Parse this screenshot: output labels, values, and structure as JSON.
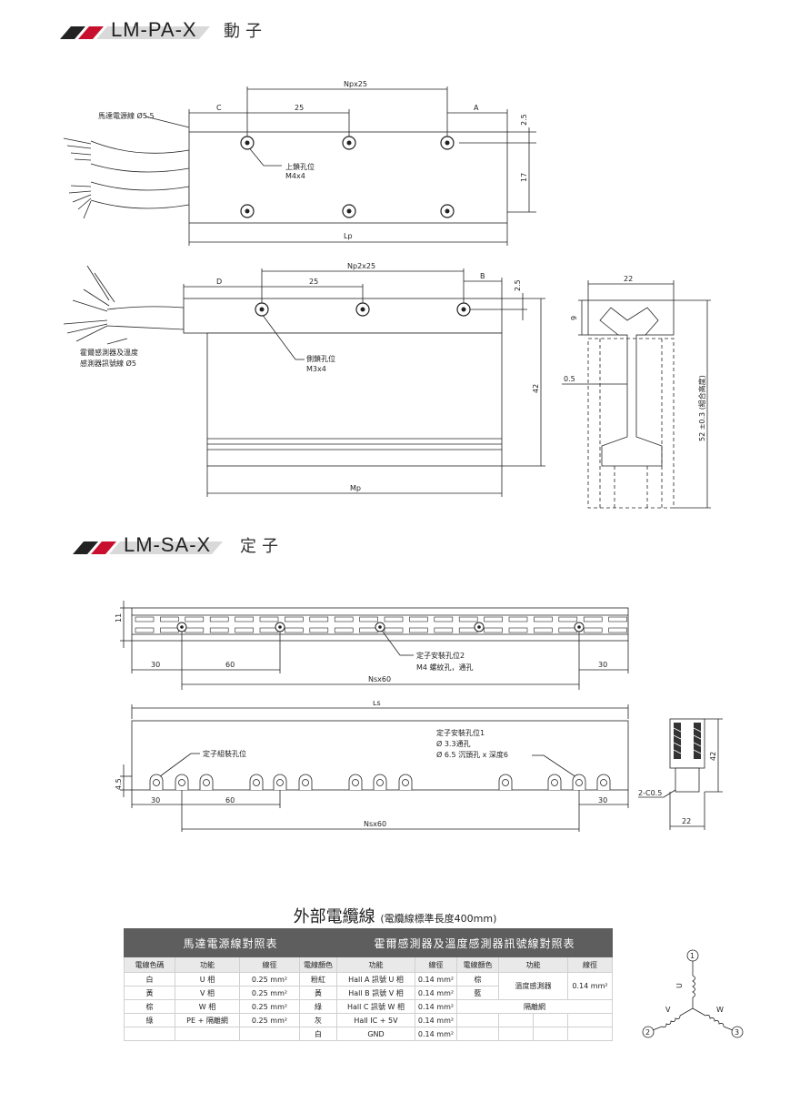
{
  "sections": {
    "mover": {
      "code": "LM-PA-X",
      "name": "動子"
    },
    "stator": {
      "code": "LM-SA-X",
      "name": "定子"
    }
  },
  "mover_top": {
    "dim_np": "Npx25",
    "dim_c": "C",
    "dim_25": "25",
    "dim_a": "A",
    "dim_25_right": "2.5",
    "dim_17": "17",
    "dim_lp": "Lp",
    "cable_label": "馬達電源線 Ø5.5",
    "hole_label": "上鎖孔位",
    "hole_spec": "M4x4"
  },
  "mover_side": {
    "dim_np2": "Np2x25",
    "dim_d": "D",
    "dim_25": "25",
    "dim_b": "B",
    "dim_25_right": "2.5",
    "dim_42": "42",
    "dim_mp": "Mp",
    "cable_label_1": "霍爾感測器及溫度",
    "cable_label_2": "感測器訊號線 Ø5",
    "hole_label": "側鎖孔位",
    "hole_spec": "M3x4"
  },
  "mover_end": {
    "dim_22": "22",
    "dim_9": "9",
    "dim_05": "0.5",
    "dim_52": "52 ±0.3 (組合高度)"
  },
  "stator_top": {
    "dim_11": "11",
    "dim_30l": "30",
    "dim_60": "60",
    "dim_30r": "30",
    "dim_nsx": "Nsx60",
    "label_1": "定子安裝孔位2",
    "label_2": "M4 螺紋孔，通孔"
  },
  "stator_side": {
    "dim_ls": "Ls",
    "dim_45": "4.5",
    "dim_30l": "30",
    "dim_60": "60",
    "dim_30r": "30",
    "dim_nsx": "Nsx60",
    "label_assembly": "定子組裝孔位",
    "label_mount_1": "定子安裝孔位1",
    "label_mount_2": "Ø  3.3通孔",
    "label_mount_3": "Ø  6.5 沉頭孔 x 深度6"
  },
  "stator_end": {
    "dim_42": "42",
    "dim_c05": "2-C0.5",
    "dim_22": "22"
  },
  "cable_table": {
    "title": "外部電纜線",
    "subtitle": "(電纜線標準長度400mm)",
    "header_power": "馬達電源線對照表",
    "header_signal": "霍爾感測器及溫度感測器訊號線對照表",
    "col_color_code": "電線色碼",
    "col_function": "功能",
    "col_gauge": "線徑",
    "col_color": "電線顏色",
    "power_rows": [
      {
        "color": "白",
        "function": "U 相",
        "gauge": "0.25 mm²"
      },
      {
        "color": "黃",
        "function": "V 相",
        "gauge": "0.25 mm²"
      },
      {
        "color": "棕",
        "function": "W 相",
        "gauge": "0.25 mm²"
      },
      {
        "color": "綠",
        "function": "PE + 隔離網",
        "gauge": "0.25 mm²"
      }
    ],
    "hall_rows": [
      {
        "color": "粉紅",
        "function": "Hall A 訊號 U 相",
        "gauge": "0.14 mm²"
      },
      {
        "color": "黃",
        "function": "Hall B 訊號 V 相",
        "gauge": "0.14 mm²"
      },
      {
        "color": "綠",
        "function": "Hall C 訊號 W 相",
        "gauge": "0.14 mm²"
      },
      {
        "color": "灰",
        "function": "Hall IC + 5V",
        "gauge": "0.14 mm²"
      },
      {
        "color": "白",
        "function": "GND",
        "gauge": "0.14 mm²"
      }
    ],
    "temp_colors": [
      "棕",
      "藍"
    ],
    "temp_function": "溫度感測器",
    "temp_gauge": "0.14 mm²",
    "shield": "隔離網"
  },
  "winding": {
    "u": "U",
    "v": "V",
    "w": "W",
    "n1": "1",
    "n2": "2",
    "n3": "3"
  }
}
